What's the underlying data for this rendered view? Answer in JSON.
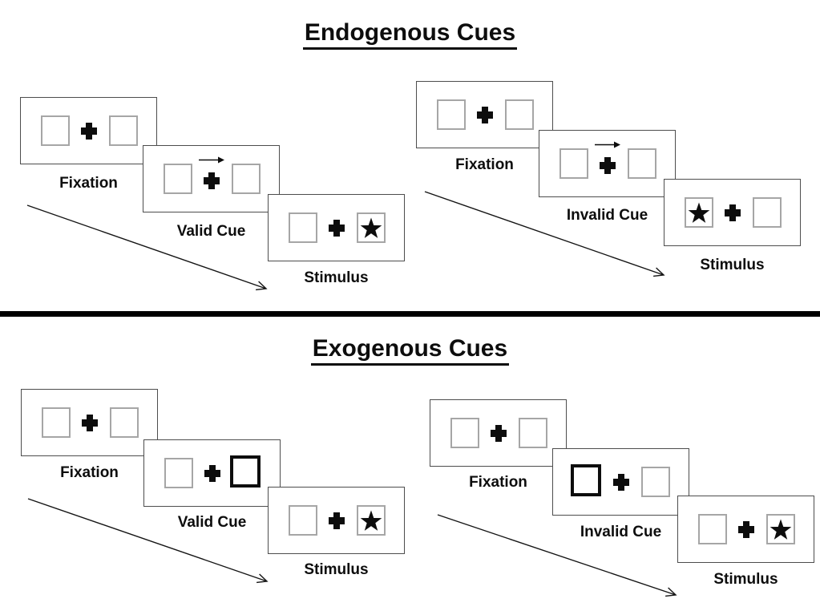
{
  "colors": {
    "ink": "#0d0d0d",
    "panel_border": "#4d4d4d",
    "placeholder_box_border": "#a6a6a6",
    "divider": "#000000",
    "background": "#ffffff"
  },
  "icons": {
    "fixation_cross": "plus-cross-icon",
    "cue_arrow": "right-arrow-icon",
    "target": "filled-star-icon",
    "timeline": "diagonal-arrow-icon"
  },
  "sections": [
    {
      "title": "Endogenous Cues",
      "trials": [
        {
          "name": "valid",
          "steps": [
            {
              "label": "Fixation",
              "content": "two empty boxes with central fixation cross"
            },
            {
              "label": "Valid Cue",
              "content": "central arrow pointing right above fixation cross",
              "cue": "arrow-right"
            },
            {
              "label": "Stimulus",
              "content": "star target in right box",
              "target_side": "right"
            }
          ]
        },
        {
          "name": "invalid",
          "steps": [
            {
              "label": "Fixation",
              "content": "two empty boxes with central fixation cross"
            },
            {
              "label": "Invalid Cue",
              "content": "central arrow pointing right above fixation cross",
              "cue": "arrow-right"
            },
            {
              "label": "Stimulus",
              "content": "star target in left box",
              "target_side": "left"
            }
          ]
        }
      ]
    },
    {
      "title": "Exogenous Cues",
      "trials": [
        {
          "name": "valid",
          "steps": [
            {
              "label": "Fixation",
              "content": "two empty boxes with central fixation cross"
            },
            {
              "label": "Valid Cue",
              "content": "right box highlighted with thick black border",
              "cue": "highlight-right-box"
            },
            {
              "label": "Stimulus",
              "content": "star target in right box",
              "target_side": "right"
            }
          ]
        },
        {
          "name": "invalid",
          "steps": [
            {
              "label": "Fixation",
              "content": "two empty boxes with central fixation cross"
            },
            {
              "label": "Invalid Cue",
              "content": "left box highlighted with thick black border",
              "cue": "highlight-left-box"
            },
            {
              "label": "Stimulus",
              "content": "star target in right box",
              "target_side": "right"
            }
          ]
        }
      ]
    }
  ]
}
